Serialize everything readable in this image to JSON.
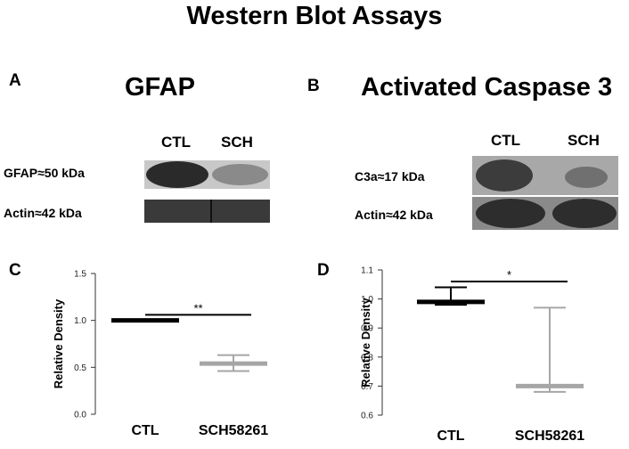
{
  "page_title": "Western Blot Assays",
  "panels": {
    "A": {
      "letter": "A",
      "title": "GFAP",
      "lanes": [
        "CTL",
        "SCH"
      ],
      "rows": [
        "GFAP≈50 kDa",
        "Actin≈42 kDa"
      ],
      "band_intensity": {
        "GFAP": [
          0.95,
          0.55
        ],
        "Actin": [
          0.9,
          0.9
        ]
      }
    },
    "B": {
      "letter": "B",
      "title": "Activated Caspase 3",
      "lanes": [
        "CTL",
        "SCH"
      ],
      "rows": [
        "C3a≈17 kDa",
        "Actin≈42 kDa"
      ],
      "band_intensity": {
        "C3a": [
          0.9,
          0.45
        ],
        "Actin": [
          0.85,
          0.85
        ]
      }
    },
    "C": {
      "letter": "C"
    },
    "D": {
      "letter": "D"
    }
  },
  "colors": {
    "ctl": "#000000",
    "sch": "#a6a6a6",
    "axis": "#333333"
  },
  "chart_data": [
    {
      "panel": "C",
      "type": "scatter",
      "ylabel": "Relative Density",
      "xlabel": "",
      "categories": [
        "CTL",
        "SCH58261"
      ],
      "ylim": [
        0.0,
        1.5
      ],
      "yticks": [
        "0.0",
        "0.5",
        "1.0",
        "1.5"
      ],
      "ytick_values": [
        0.0,
        0.5,
        1.0,
        1.5
      ],
      "summary": [
        {
          "category": "CTL",
          "mean": 1.0,
          "error_low": 1.0,
          "error_high": 1.0
        },
        {
          "category": "SCH58261",
          "mean": 0.54,
          "error_low": 0.46,
          "error_high": 0.63
        }
      ],
      "significance": {
        "from": "CTL",
        "to": "SCH58261",
        "label": "**",
        "y": 1.06
      }
    },
    {
      "panel": "D",
      "type": "scatter",
      "ylabel": "Relative Density",
      "xlabel": "",
      "categories": [
        "CTL",
        "SCH58261"
      ],
      "ylim": [
        0.6,
        1.1
      ],
      "yticks": [
        "0.6",
        "0.7",
        "0.8",
        "0.9",
        "1.0",
        "1.1"
      ],
      "ytick_values": [
        0.6,
        0.7,
        0.8,
        0.9,
        1.0,
        1.1
      ],
      "summary": [
        {
          "category": "CTL",
          "mean": 0.99,
          "error_low": 0.98,
          "error_high": 1.04
        },
        {
          "category": "SCH58261",
          "mean": 0.7,
          "error_low": 0.68,
          "error_high": 0.97
        }
      ],
      "significance": {
        "from": "CTL",
        "to": "SCH58261",
        "label": "*",
        "y": 1.06
      }
    }
  ]
}
